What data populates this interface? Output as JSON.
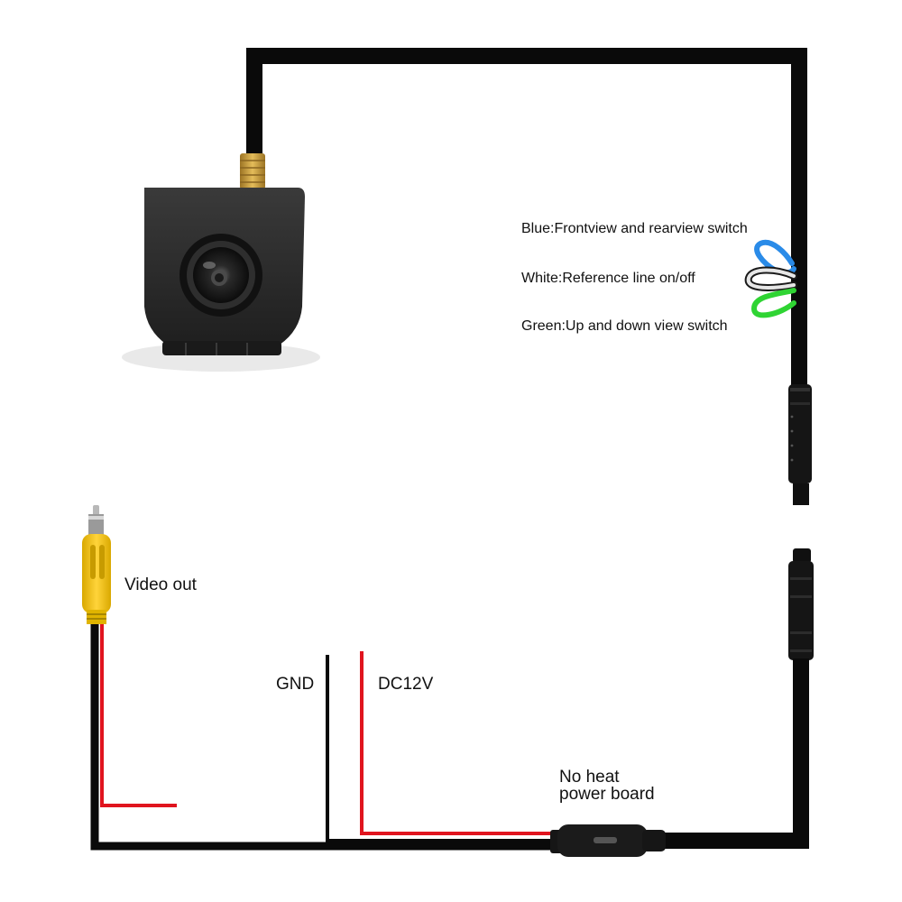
{
  "labels": {
    "blue": "Blue:Frontview and rearview  switch",
    "white": "White:Reference line on/off",
    "green": "Green:Up and down view switch",
    "video_out": "Video out",
    "gnd": "GND",
    "dc12v": "DC12V",
    "power_board_line1": "No heat",
    "power_board_line2": "power board"
  },
  "colors": {
    "cable": "#0a0a0a",
    "red_wire": "#e0141e",
    "blue_loop": "#2a8be8",
    "white_loop": "#cfcfcf",
    "green_loop": "#2fd433",
    "rca_yellow": "#f5c200",
    "camera_body": "#2b2b2b",
    "gold_thread": "#c99a2e"
  },
  "icons": {
    "camera": "rear-view-camera-icon",
    "rca_plug": "rca-plug-icon",
    "connector_male": "aviation-connector-male-icon",
    "connector_female": "aviation-connector-female-icon",
    "power_board": "power-board-icon"
  }
}
